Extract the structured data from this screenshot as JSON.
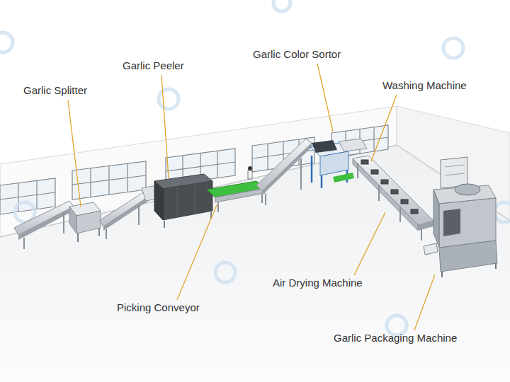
{
  "diagram": {
    "labels": [
      "Garlic Splitter",
      "Garlic Peeler",
      "Garlic Color Sortor",
      "Washing Machine",
      "Picking Conveyor",
      "Air Drying Machine",
      "Garlic Packaging Machine"
    ]
  }
}
